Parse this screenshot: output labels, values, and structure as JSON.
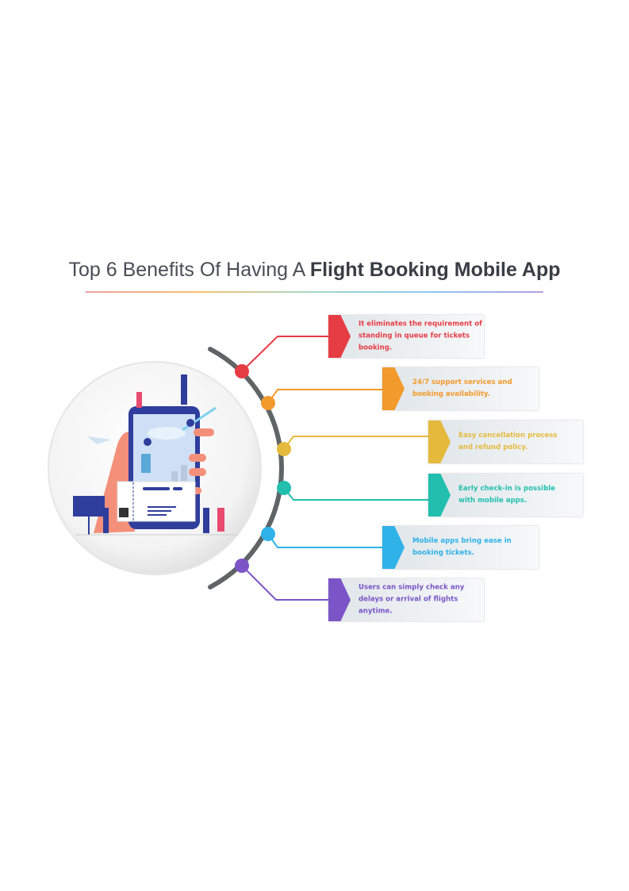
{
  "title": {
    "light": "Top 6 Benefits Of Having A ",
    "bold": "Flight Booking Mobile App"
  },
  "benefits": [
    {
      "text": "It eliminates the requirement of standing in queue for tickets booking.",
      "color": "#e63c44"
    },
    {
      "text": "24/7 support services and booking availability.",
      "color": "#f39a2c"
    },
    {
      "text": "Easy cancellation process and refund policy.",
      "color": "#e5ba3c"
    },
    {
      "text": "Early check-in is possible with mobile apps.",
      "color": "#22bfae"
    },
    {
      "text": "Mobile apps bring ease in booking tickets.",
      "color": "#2fb2e8"
    },
    {
      "text": "Users can simply check any delays or arrival of flights anytime.",
      "color": "#7b55c8"
    }
  ]
}
